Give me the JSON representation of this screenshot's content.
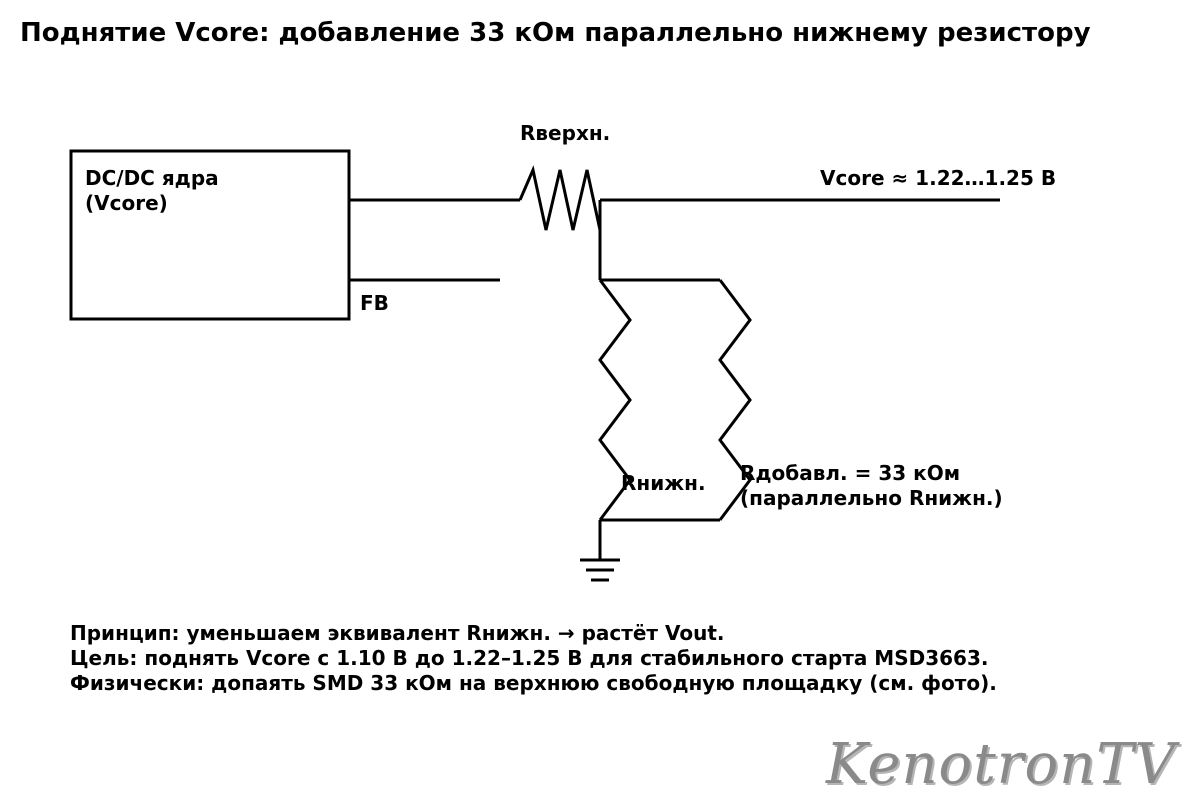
{
  "title": "Поднятие Vcore: добавление 33 кОм параллельно нижнему резистору",
  "labels": {
    "block_line1": "DC/DC ядра",
    "block_line2": "(Vcore)",
    "fb": "FB",
    "r_upper": "Rверхн.",
    "vcore_out": "Vcore ≈ 1.22…1.25 В",
    "r_lower": "Rнижн.",
    "r_added_line1": "Rдобавл. = 33 кОм",
    "r_added_line2": "(параллельно Rнижн.)"
  },
  "notes": [
    "Принцип: уменьшаем эквивалент Rнижн. → растёт Vout.",
    "Цель: поднять Vcore с 1.10 В до 1.22–1.25 В для стабильного старта MSD3663.",
    "Физически: допаять SMD 33 кОм на верхнюю свободную площадку (см. фото)."
  ],
  "watermark": "KenotronTV"
}
